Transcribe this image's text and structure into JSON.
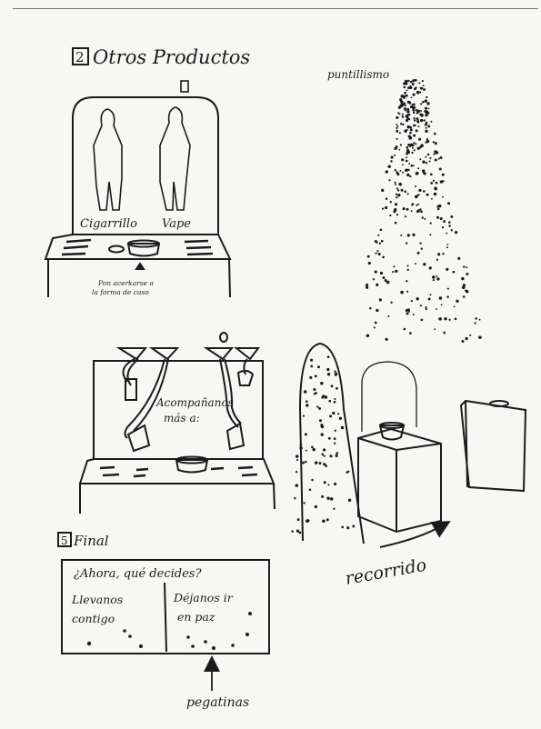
{
  "sections": {
    "products": {
      "number": "2",
      "title": "Otros Productos"
    },
    "final": {
      "number": "5",
      "title": "Final"
    }
  },
  "display_case": {
    "left_label": "Cigarrillo",
    "right_label": "Vape",
    "caption_line1": "Pon acerkarse a",
    "caption_line2": "la forma de caso"
  },
  "funnel_board": {
    "text_line1": "Acompañanos",
    "text_line2": "más a:"
  },
  "final_board": {
    "question": "¿Ahora, qué decides?",
    "left_option_line1": "Llevanos",
    "left_option_line2": "contigo",
    "right_option_line1": "Déjanos ir",
    "right_option_line2": "en paz"
  },
  "annotations": {
    "stickers": "pegatinas",
    "pointillism": "puntillismo",
    "route": "recorrido"
  },
  "colors": {
    "ink": "#1b1b1b",
    "paper": "#f7f7f5"
  }
}
